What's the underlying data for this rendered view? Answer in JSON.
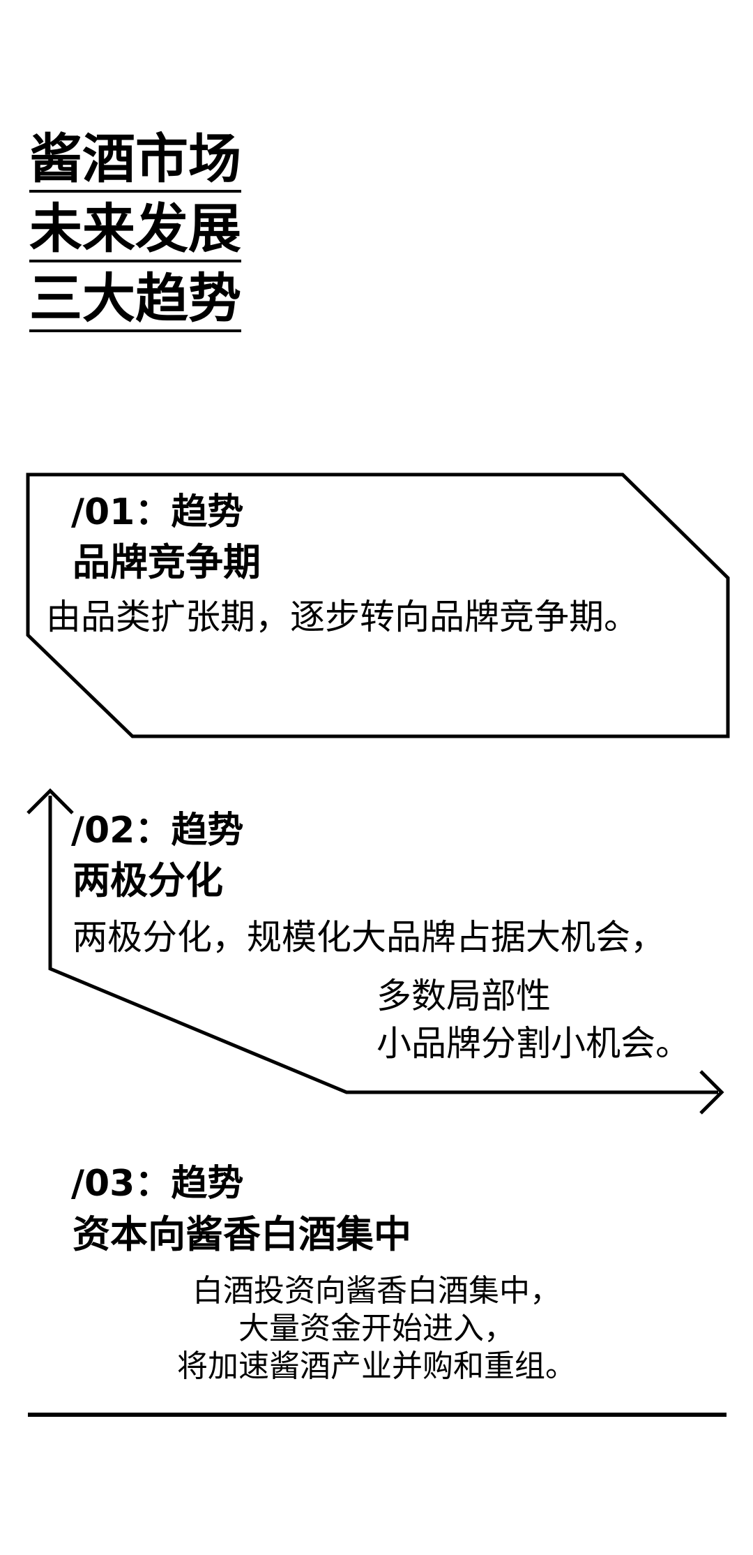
{
  "title": {
    "line1": "酱酒市场",
    "line2": "未来发展",
    "line3": "三大趋势"
  },
  "trend1": {
    "label": "/01：趋势",
    "head": "品牌竞争期",
    "body": "由品类扩张期，逐步转向品牌竞争期。"
  },
  "trend2": {
    "label": "/02：趋势",
    "head": "两极分化",
    "body1": "两极分化，规模化大品牌占据大机会，",
    "body2": "多数局部性",
    "body3": "小品牌分割小机会。"
  },
  "trend3": {
    "label": "/03：趋势",
    "head": "资本向酱香白酒集中",
    "body1": "白酒投资向酱香白酒集中，",
    "body2": "大量资金开始进入，",
    "body3": "将加速酱酒产业并购和重组。"
  }
}
